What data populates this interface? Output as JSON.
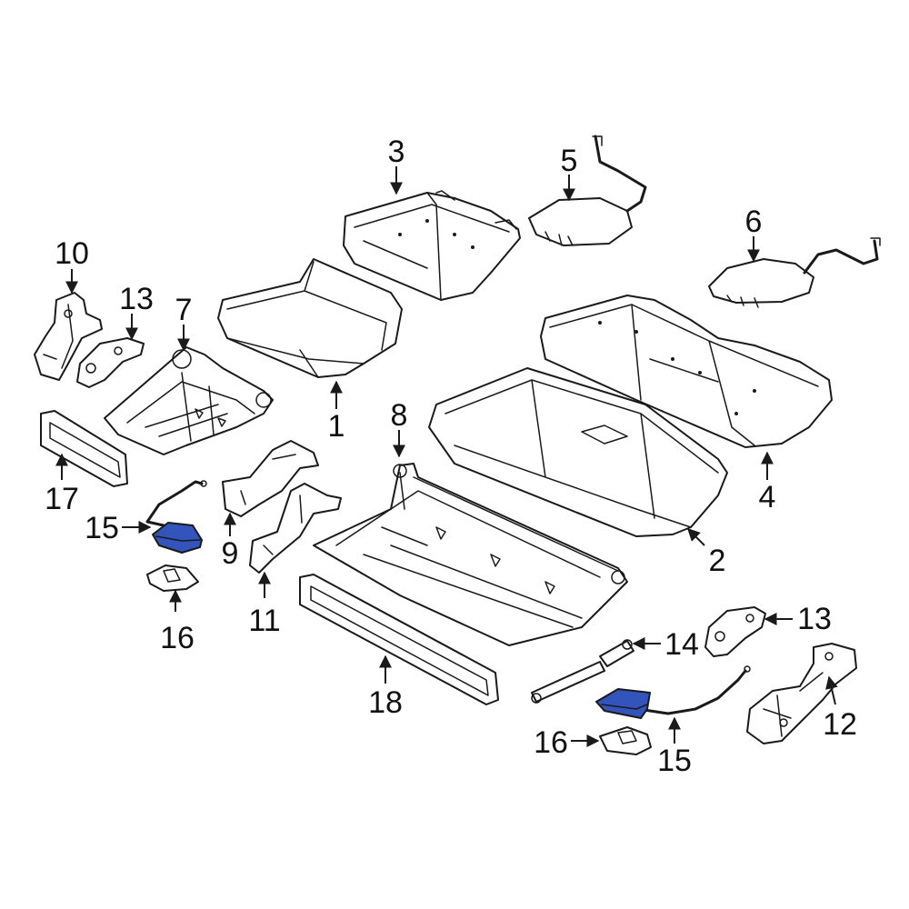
{
  "diagram": {
    "highlight_color": "#3355bb",
    "line_color": "#1a1a1a",
    "callouts": [
      {
        "id": "c1",
        "label": "1"
      },
      {
        "id": "c2",
        "label": "2"
      },
      {
        "id": "c3",
        "label": "3"
      },
      {
        "id": "c4",
        "label": "4"
      },
      {
        "id": "c5",
        "label": "5"
      },
      {
        "id": "c6",
        "label": "6"
      },
      {
        "id": "c7",
        "label": "7"
      },
      {
        "id": "c8",
        "label": "8"
      },
      {
        "id": "c9",
        "label": "9"
      },
      {
        "id": "c10",
        "label": "10"
      },
      {
        "id": "c11",
        "label": "11"
      },
      {
        "id": "c12",
        "label": "12"
      },
      {
        "id": "c13a",
        "label": "13"
      },
      {
        "id": "c13b",
        "label": "13"
      },
      {
        "id": "c14",
        "label": "14"
      },
      {
        "id": "c15a",
        "label": "15"
      },
      {
        "id": "c15b",
        "label": "15"
      },
      {
        "id": "c16a",
        "label": "16"
      },
      {
        "id": "c16b",
        "label": "16"
      },
      {
        "id": "c17",
        "label": "17"
      },
      {
        "id": "c18",
        "label": "18"
      }
    ]
  }
}
